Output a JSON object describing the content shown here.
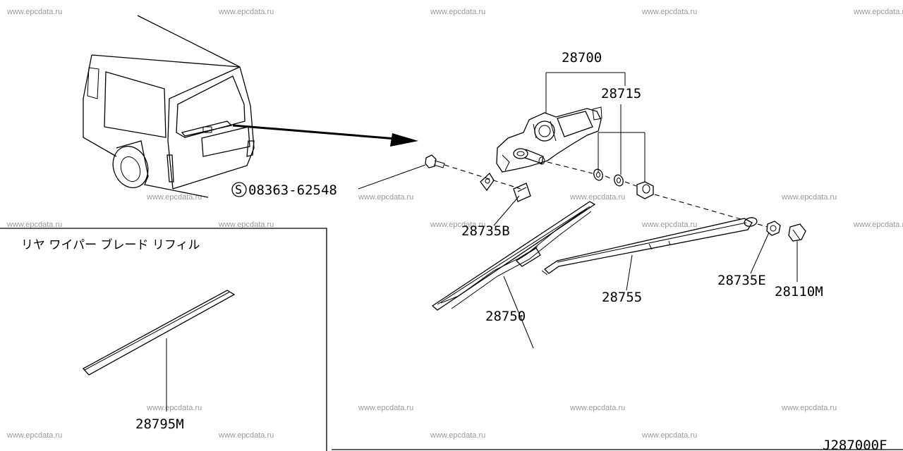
{
  "watermark": "www.epcdata.ru",
  "diagram_code": "J287000F",
  "inset": {
    "title": "リヤ ワイパー ブレード リフィル",
    "part": "28795M"
  },
  "parts": {
    "motor_assembly": "28700",
    "washer_set": "28715",
    "screw_symbol": "S",
    "screw": "08363-62548",
    "bracket": "28735B",
    "blade": "28750",
    "arm": "28755",
    "nut": "28735E",
    "cap": "28110M"
  }
}
